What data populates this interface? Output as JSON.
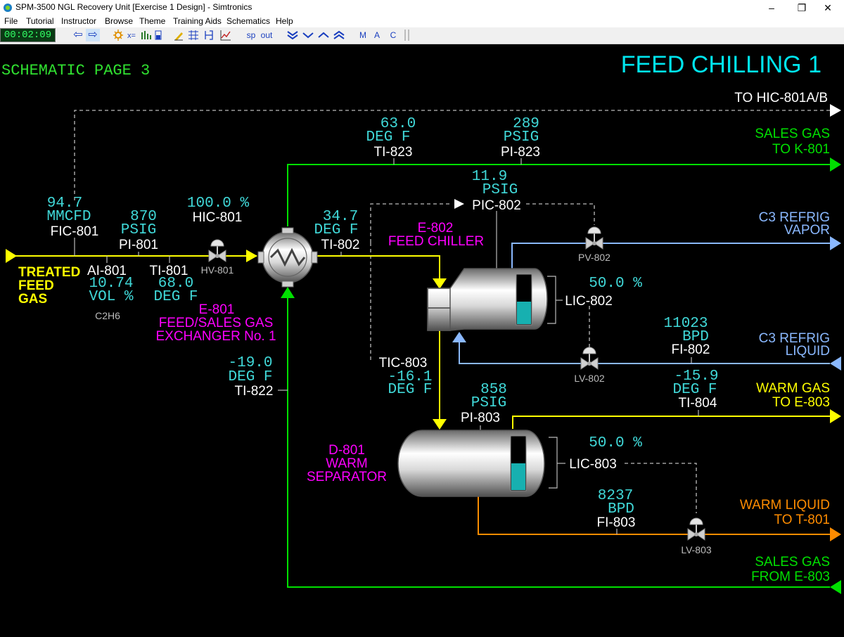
{
  "window": {
    "title": "SPM-3500 NGL Recovery Unit [Exercise 1 Design] - Simtronics",
    "minimize_glyph": "–",
    "restore_glyph": "❐",
    "close_glyph": "✕"
  },
  "menu": [
    "File",
    "Tutorial",
    "Instructor",
    "Browse",
    "Theme",
    "Training Aids",
    "Schematics",
    "Help"
  ],
  "toolbar": {
    "clock": "00:02:09",
    "back_glyph": "⇦",
    "forward_glyph": "⇨",
    "sp": "sp",
    "out": "out",
    "mode_m": "M",
    "mode_a": "A",
    "mode_c": "C"
  },
  "page": {
    "page_label": "SCHEMATIC PAGE 3",
    "page_title": "FEED CHILLING 1"
  },
  "streams": {
    "to_hic": "TO HIC-801A/B",
    "sales_gas_k801_1": "SALES GAS",
    "sales_gas_k801_2": "TO K-801",
    "c3_vapor_1": "C3 REFRIG",
    "c3_vapor_2": "VAPOR",
    "c3_liquid_1": "C3 REFRIG",
    "c3_liquid_2": "LIQUID",
    "warm_gas_1": "WARM GAS",
    "warm_gas_2": "TO E-803",
    "warm_liquid_1": "WARM LIQUID",
    "warm_liquid_2": "TO T-801",
    "sales_from_1": "SALES GAS",
    "sales_from_2": "FROM E-803",
    "treated_1": "TREATED",
    "treated_2": "FEED",
    "treated_3": "GAS"
  },
  "equipment": {
    "e801_1": "E-801",
    "e801_2": "FEED/SALES GAS",
    "e801_3": "EXCHANGER No. 1",
    "e802_1": "E-802",
    "e802_2": "FEED CHILLER",
    "d801_1": "D-801",
    "d801_2": "WARM",
    "d801_3": "SEPARATOR"
  },
  "valves": {
    "hv801": "HV-801",
    "pv802": "PV-802",
    "lv802": "LV-802",
    "lv803": "LV-803"
  },
  "instruments": {
    "fic801": {
      "tag": "FIC-801",
      "value": "94.7",
      "unit": "MMCFD"
    },
    "pi801": {
      "tag": "PI-801",
      "value": "870",
      "unit": "PSIG"
    },
    "hic801": {
      "tag": "HIC-801",
      "value": "100.0 %"
    },
    "ai801": {
      "tag": "AI-801",
      "value": "10.74",
      "unit": "VOL %",
      "component": "C2H6"
    },
    "ti801": {
      "tag": "TI-801",
      "value": "68.0",
      "unit": "DEG F"
    },
    "ti802": {
      "tag": "TI-802",
      "value": "34.7",
      "unit": "DEG F"
    },
    "ti823": {
      "tag": "TI-823",
      "value": "63.0",
      "unit": "DEG F"
    },
    "pi823": {
      "tag": "PI-823",
      "value": "289",
      "unit": "PSIG"
    },
    "pic802": {
      "tag": "PIC-802",
      "value": "11.9",
      "unit": "PSIG"
    },
    "lic802": {
      "tag": "LIC-802",
      "value": "50.0 %"
    },
    "fi802": {
      "tag": "FI-802",
      "value": "11023",
      "unit": "BPD"
    },
    "tic803": {
      "tag": "TIC-803",
      "value": "-16.1",
      "unit": "DEG F"
    },
    "ti804": {
      "tag": "TI-804",
      "value": "-15.9",
      "unit": "DEG F"
    },
    "ti822": {
      "tag": "TI-822",
      "value": "-19.0",
      "unit": "DEG F"
    },
    "pi803": {
      "tag": "PI-803",
      "value": "858",
      "unit": "PSIG"
    },
    "lic803": {
      "tag": "LIC-803",
      "value": "50.0 %"
    },
    "fi803": {
      "tag": "FI-803",
      "value": "8237",
      "unit": "BPD"
    }
  },
  "levels": {
    "e802": 0.45,
    "d801": 0.5
  },
  "colors": {
    "background": "#000000",
    "feed_line": "#ffff00",
    "sales_line": "#00e000",
    "refrig_line": "#8ab8ff",
    "liquid_line": "#ff8c00",
    "value_text": "#40d8d8",
    "tag_text": "#ffffff",
    "equip_text": "#ff00ff",
    "title_text": "#00e5ee",
    "page_label": "#30e030"
  }
}
